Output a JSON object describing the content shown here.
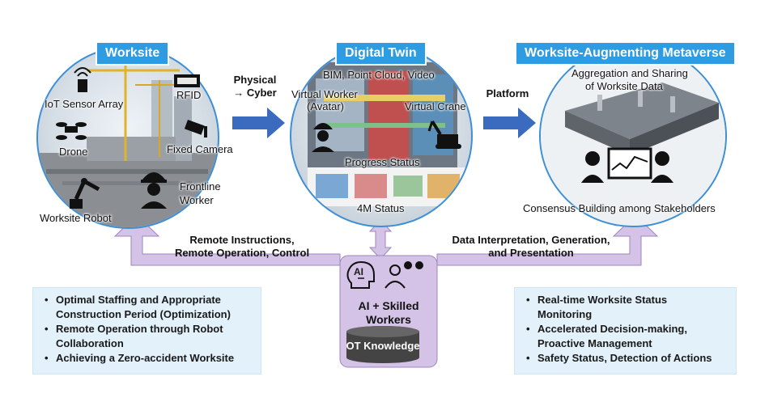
{
  "sections": {
    "worksite": "Worksite",
    "digital_twin": "Digital Twin",
    "metaverse": "Worksite-Augmenting Metaverse"
  },
  "worksite_labels": {
    "iot": "IoT Sensor Array",
    "rfid": "RFID",
    "drone": "Drone",
    "camera": "Fixed Camera",
    "frontline_1": "Frontline",
    "frontline_2": "Worker",
    "robot": "Worksite Robot"
  },
  "twin_labels": {
    "bim": "BIM, Point Cloud, Video",
    "vworker_1": "Virtual Worker",
    "vworker_2": "(Avatar)",
    "vcrane": "Virtual Crane",
    "progress": "Progress Status",
    "status4m": "4M Status"
  },
  "metaverse_labels": {
    "agg_1": "Aggregation and Sharing",
    "agg_2": "of Worksite Data",
    "consensus": "Consensus Building among Stakeholders"
  },
  "arrows": {
    "physical_1": "Physical",
    "physical_2": "→ Cyber",
    "platform": "Platform",
    "remote_1": "Remote Instructions,",
    "remote_2": "Remote Operation, Control",
    "data_1": "Data Interpretation, Generation,",
    "data_2": "and Presentation"
  },
  "center": {
    "ai_1": "AI + Skilled",
    "ai_2": "Workers",
    "ot": "OT Knowledge",
    "ai_icon_text": "AI"
  },
  "left_box": [
    "Optimal Staffing and Appropriate",
    "Construction Period (Optimization)",
    "Remote Operation through Robot",
    "Collaboration",
    "Achieving a Zero-accident Worksite"
  ],
  "right_box": [
    "Real-time Worksite Status",
    "Monitoring",
    "Accelerated Decision-making,",
    "Proactive Management",
    "Safety Status, Detection of Actions"
  ],
  "colors": {
    "accent_blue": "#2f9be0",
    "arrow_blue": "#3b6bbf",
    "lilac": "#d4c3e6",
    "lilac_border": "#9d86bf",
    "box_bg": "#e3f1fb"
  }
}
